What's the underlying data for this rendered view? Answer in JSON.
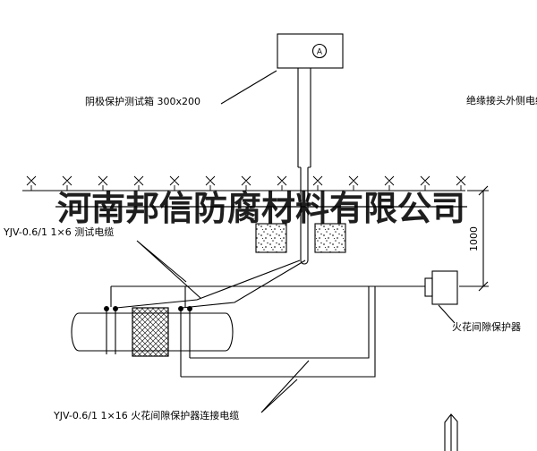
{
  "drawing": {
    "background": "#ffffff",
    "line_color": "#000000",
    "watermark": {
      "text": "河南邦信防腐材料有限公司"
    },
    "test_box": {
      "label": "阴极保护测试箱 300x200",
      "meter_symbol": "A"
    },
    "labels": {
      "insulation_joint_cable": "绝缘接头外侧电缆",
      "test_cable": "YJV-0.6/1 1×6  测试电缆",
      "spark_gap_protector": "火花间隙保护器",
      "spark_gap_cable": "YJV-0.6/1 1×16  火花间隙保护器连接电缆"
    },
    "dimensions": {
      "burial_depth": "1000"
    }
  }
}
